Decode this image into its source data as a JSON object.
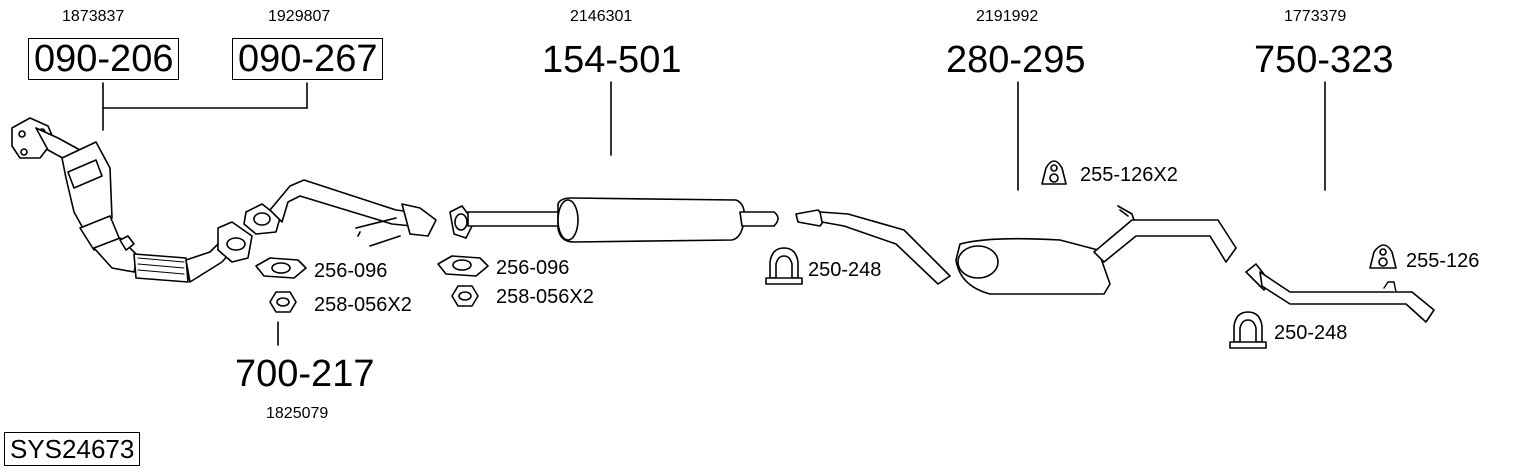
{
  "system_code": "SYS24673",
  "groups": [
    {
      "oe": "1873837",
      "part": "090-206"
    },
    {
      "oe": "1929807",
      "part": "090-267"
    },
    {
      "oe": "2146301",
      "part": "154-501"
    },
    {
      "oe": "2191992",
      "part": "280-295"
    },
    {
      "oe": "1773379",
      "part": "750-323"
    },
    {
      "oe": "1825079",
      "part": "700-217"
    }
  ],
  "accessories": [
    {
      "label": "256-096",
      "icon": "gasket-icon"
    },
    {
      "label": "258-056X2",
      "icon": "nut-icon"
    },
    {
      "label": "256-096",
      "icon": "gasket-icon"
    },
    {
      "label": "258-056X2",
      "icon": "nut-icon"
    },
    {
      "label": "250-248",
      "icon": "clamp-icon"
    },
    {
      "label": "255-126X2",
      "icon": "rubber-mount-icon"
    },
    {
      "label": "255-126",
      "icon": "rubber-mount-icon"
    },
    {
      "label": "250-248",
      "icon": "clamp-icon"
    }
  ]
}
